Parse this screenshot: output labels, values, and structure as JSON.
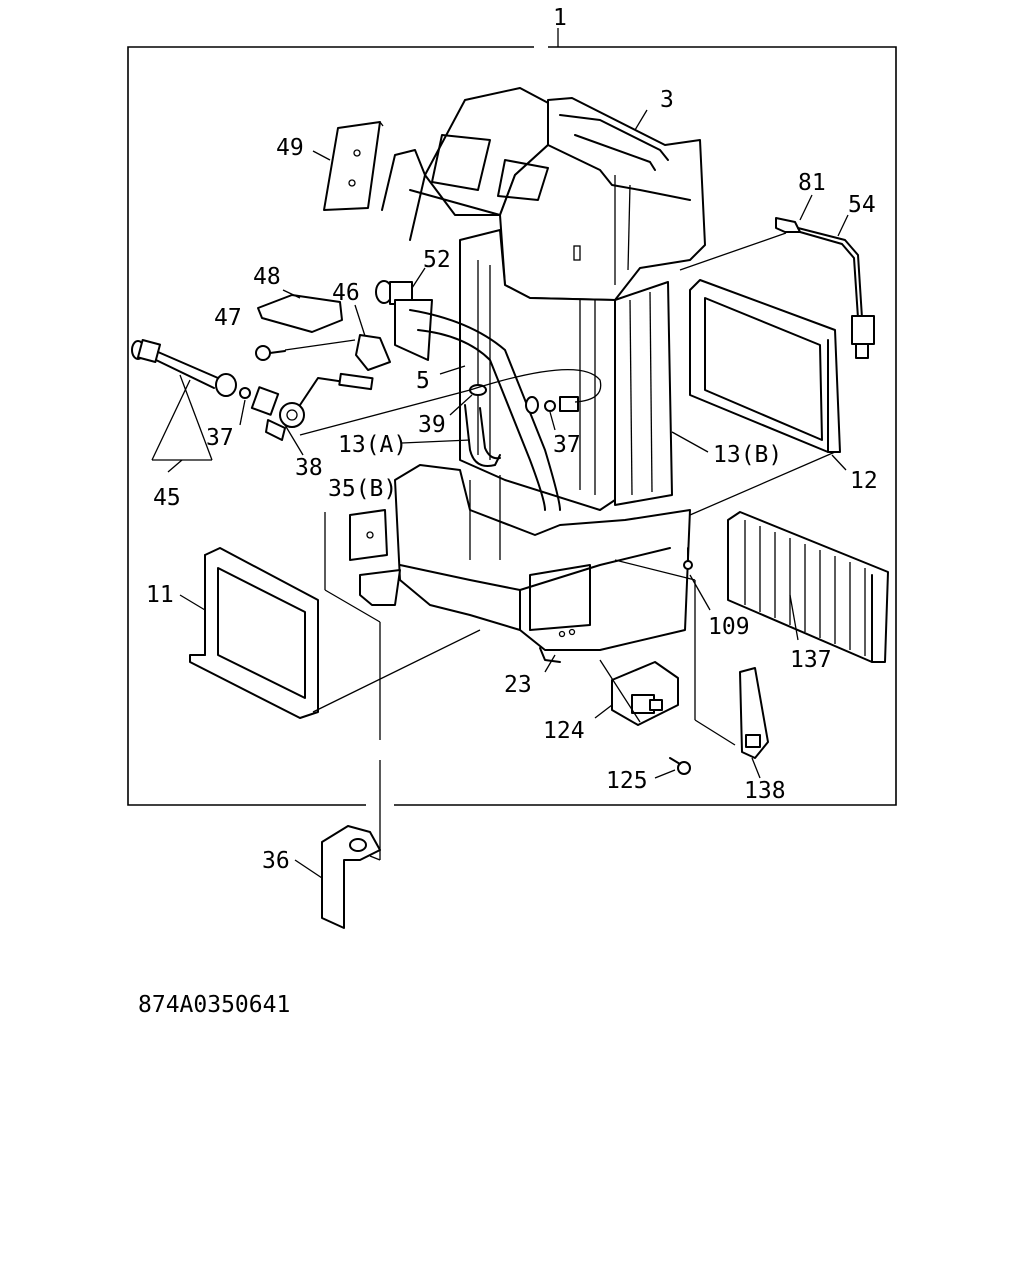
{
  "diagram": {
    "callouts": {
      "c1": "1",
      "c3": "3",
      "c5": "5",
      "c11": "11",
      "c12": "12",
      "c13a": "13(A)",
      "c13b": "13(B)",
      "c23": "23",
      "c35b": "35(B)",
      "c36": "36",
      "c37a": "37",
      "c37b": "37",
      "c38": "38",
      "c39": "39",
      "c45": "45",
      "c46": "46",
      "c47": "47",
      "c48": "48",
      "c49": "49",
      "c52": "52",
      "c54": "54",
      "c81": "81",
      "c109": "109",
      "c124": "124",
      "c125": "125",
      "c137": "137",
      "c138": "138"
    },
    "drawing_number": "874A0350641"
  }
}
